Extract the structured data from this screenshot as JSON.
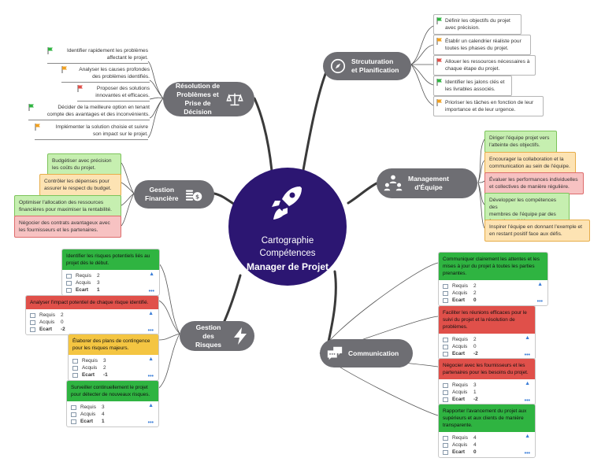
{
  "center": {
    "line1": "Cartographie",
    "line2": "Compétences",
    "line3": "Manager de Projet",
    "icon": "rocket-icon",
    "color": "#2c1672"
  },
  "colors": {
    "branch": "#6e6e73",
    "green": "#2fb441",
    "red": "#e0504a",
    "amber": "#f4c542"
  },
  "resolution": {
    "title": "Résolution de\nProblèmes et\nPrise de\nDécision",
    "icon": "balance-scale-icon",
    "items": [
      {
        "text": "Identifier rapidement les problèmes\naffectant le projet.",
        "flag": "green"
      },
      {
        "text": "Analyser les causes profondes\ndes problèmes identifiés.",
        "flag": "orange"
      },
      {
        "text": "Proposer des solutions\ninnovantes et efficaces.",
        "flag": "red"
      },
      {
        "text": "Décider de la meilleure option en tenant\ncompte des avantages et des inconvénients.",
        "flag": "green"
      },
      {
        "text": "Implémenter la solution choisie et suivre\nson impact sur le projet.",
        "flag": "orange"
      }
    ]
  },
  "structuration": {
    "title": "Strcuturation\net Planification",
    "icon": "compass-icon",
    "items": [
      {
        "text": "Définir les objectifs du projet\navec précision.",
        "flag": "green"
      },
      {
        "text": "Établir un calendrier réaliste pour\ntoutes les phases du projet.",
        "flag": "orange"
      },
      {
        "text": "Allouer les ressources nécessaires à\nchaque étape du projet.",
        "flag": "red"
      },
      {
        "text": "Identifier les jalons clés et\nles livrables associés.",
        "flag": "green"
      },
      {
        "text": "Prioriser les tâches en fonction de leur\nimportance et de leur urgence.",
        "flag": "orange"
      }
    ]
  },
  "financiere": {
    "title": "Gestion\nFinancière",
    "icon": "money-coins-icon",
    "items": [
      {
        "text": "Budgétiser avec précision\nles coûts du projet.",
        "color": "green"
      },
      {
        "text": "Contrôler les dépenses pour\nassurer le respect du budget.",
        "color": "orange"
      },
      {
        "text": "Optimiser l'allocation des ressources\nfinancières pour maximiser la rentabilité.",
        "color": "green"
      },
      {
        "text": "Négocier des contrats avantageux avec\nles fournisseurs et les partenaires.",
        "color": "red"
      }
    ]
  },
  "management": {
    "title": "Management\nd'Équipe",
    "icon": "team-icon",
    "items": [
      {
        "text": "Diriger l'équipe projet vers\nl'atteinte des objectifs.",
        "color": "green"
      },
      {
        "text": "Encourager la collaboration et la\ncommunication au sein de l'équipe.",
        "color": "orange"
      },
      {
        "text": "Évaluer les performances individuelles\net collectives de manière régulière.",
        "color": "red"
      },
      {
        "text": "Développer les compétences des\nmembres de l'équipe par des\nformations ciblées.",
        "color": "green"
      },
      {
        "text": "Inspirer l'équipe en donnant l'exemple et\nen restant positif face aux défis.",
        "color": "orange"
      }
    ]
  },
  "risques": {
    "title": "Gestion des\nRisques",
    "icon": "lightning-icon",
    "labels": {
      "requis": "Requis",
      "acquis": "Acquis",
      "ecart": "Ecart"
    },
    "cards": [
      {
        "text": "Identifier les risques potentiels liés au\nprojet dès le début.",
        "status": "green",
        "requis": "2",
        "acquis": "3",
        "ecart": "1"
      },
      {
        "text": "Analyser l'impact potentiel de chaque risque identifié.",
        "status": "red",
        "requis": "2",
        "acquis": "0",
        "ecart": "-2"
      },
      {
        "text": "Élaborer des plans de contingence\npour les risques majeurs.",
        "status": "amber",
        "requis": "3",
        "acquis": "2",
        "ecart": "-1"
      },
      {
        "text": "Surveiller continuellement le projet\npour détecter de nouveaux risques.",
        "status": "green",
        "requis": "3",
        "acquis": "4",
        "ecart": "1"
      }
    ]
  },
  "communication": {
    "title": "Communication",
    "icon": "chat-bubbles-icon",
    "labels": {
      "requis": "Requis",
      "acquis": "Acquis",
      "ecart": "Ecart"
    },
    "cards": [
      {
        "text": "Communiquer clairement les attentes et les\nmises à jour du projet à toutes les parties\nprenantes.",
        "status": "green",
        "requis": "2",
        "acquis": "2",
        "ecart": "0"
      },
      {
        "text": "Faciliter les réunions efficaces pour le\nsuivi du projet et la résolution de\nproblèmes.",
        "status": "red",
        "requis": "2",
        "acquis": "0",
        "ecart": "-2"
      },
      {
        "text": "Négocier avec les fournisseurs et les\npartenaires pour les besoins du projet.",
        "status": "red",
        "requis": "3",
        "acquis": "1",
        "ecart": "-2"
      },
      {
        "text": "Rapporter l'avancement du projet aux\nsupérieurs et aux clients de manière\ntransparente.",
        "status": "green",
        "requis": "4",
        "acquis": "4",
        "ecart": "0"
      }
    ]
  }
}
